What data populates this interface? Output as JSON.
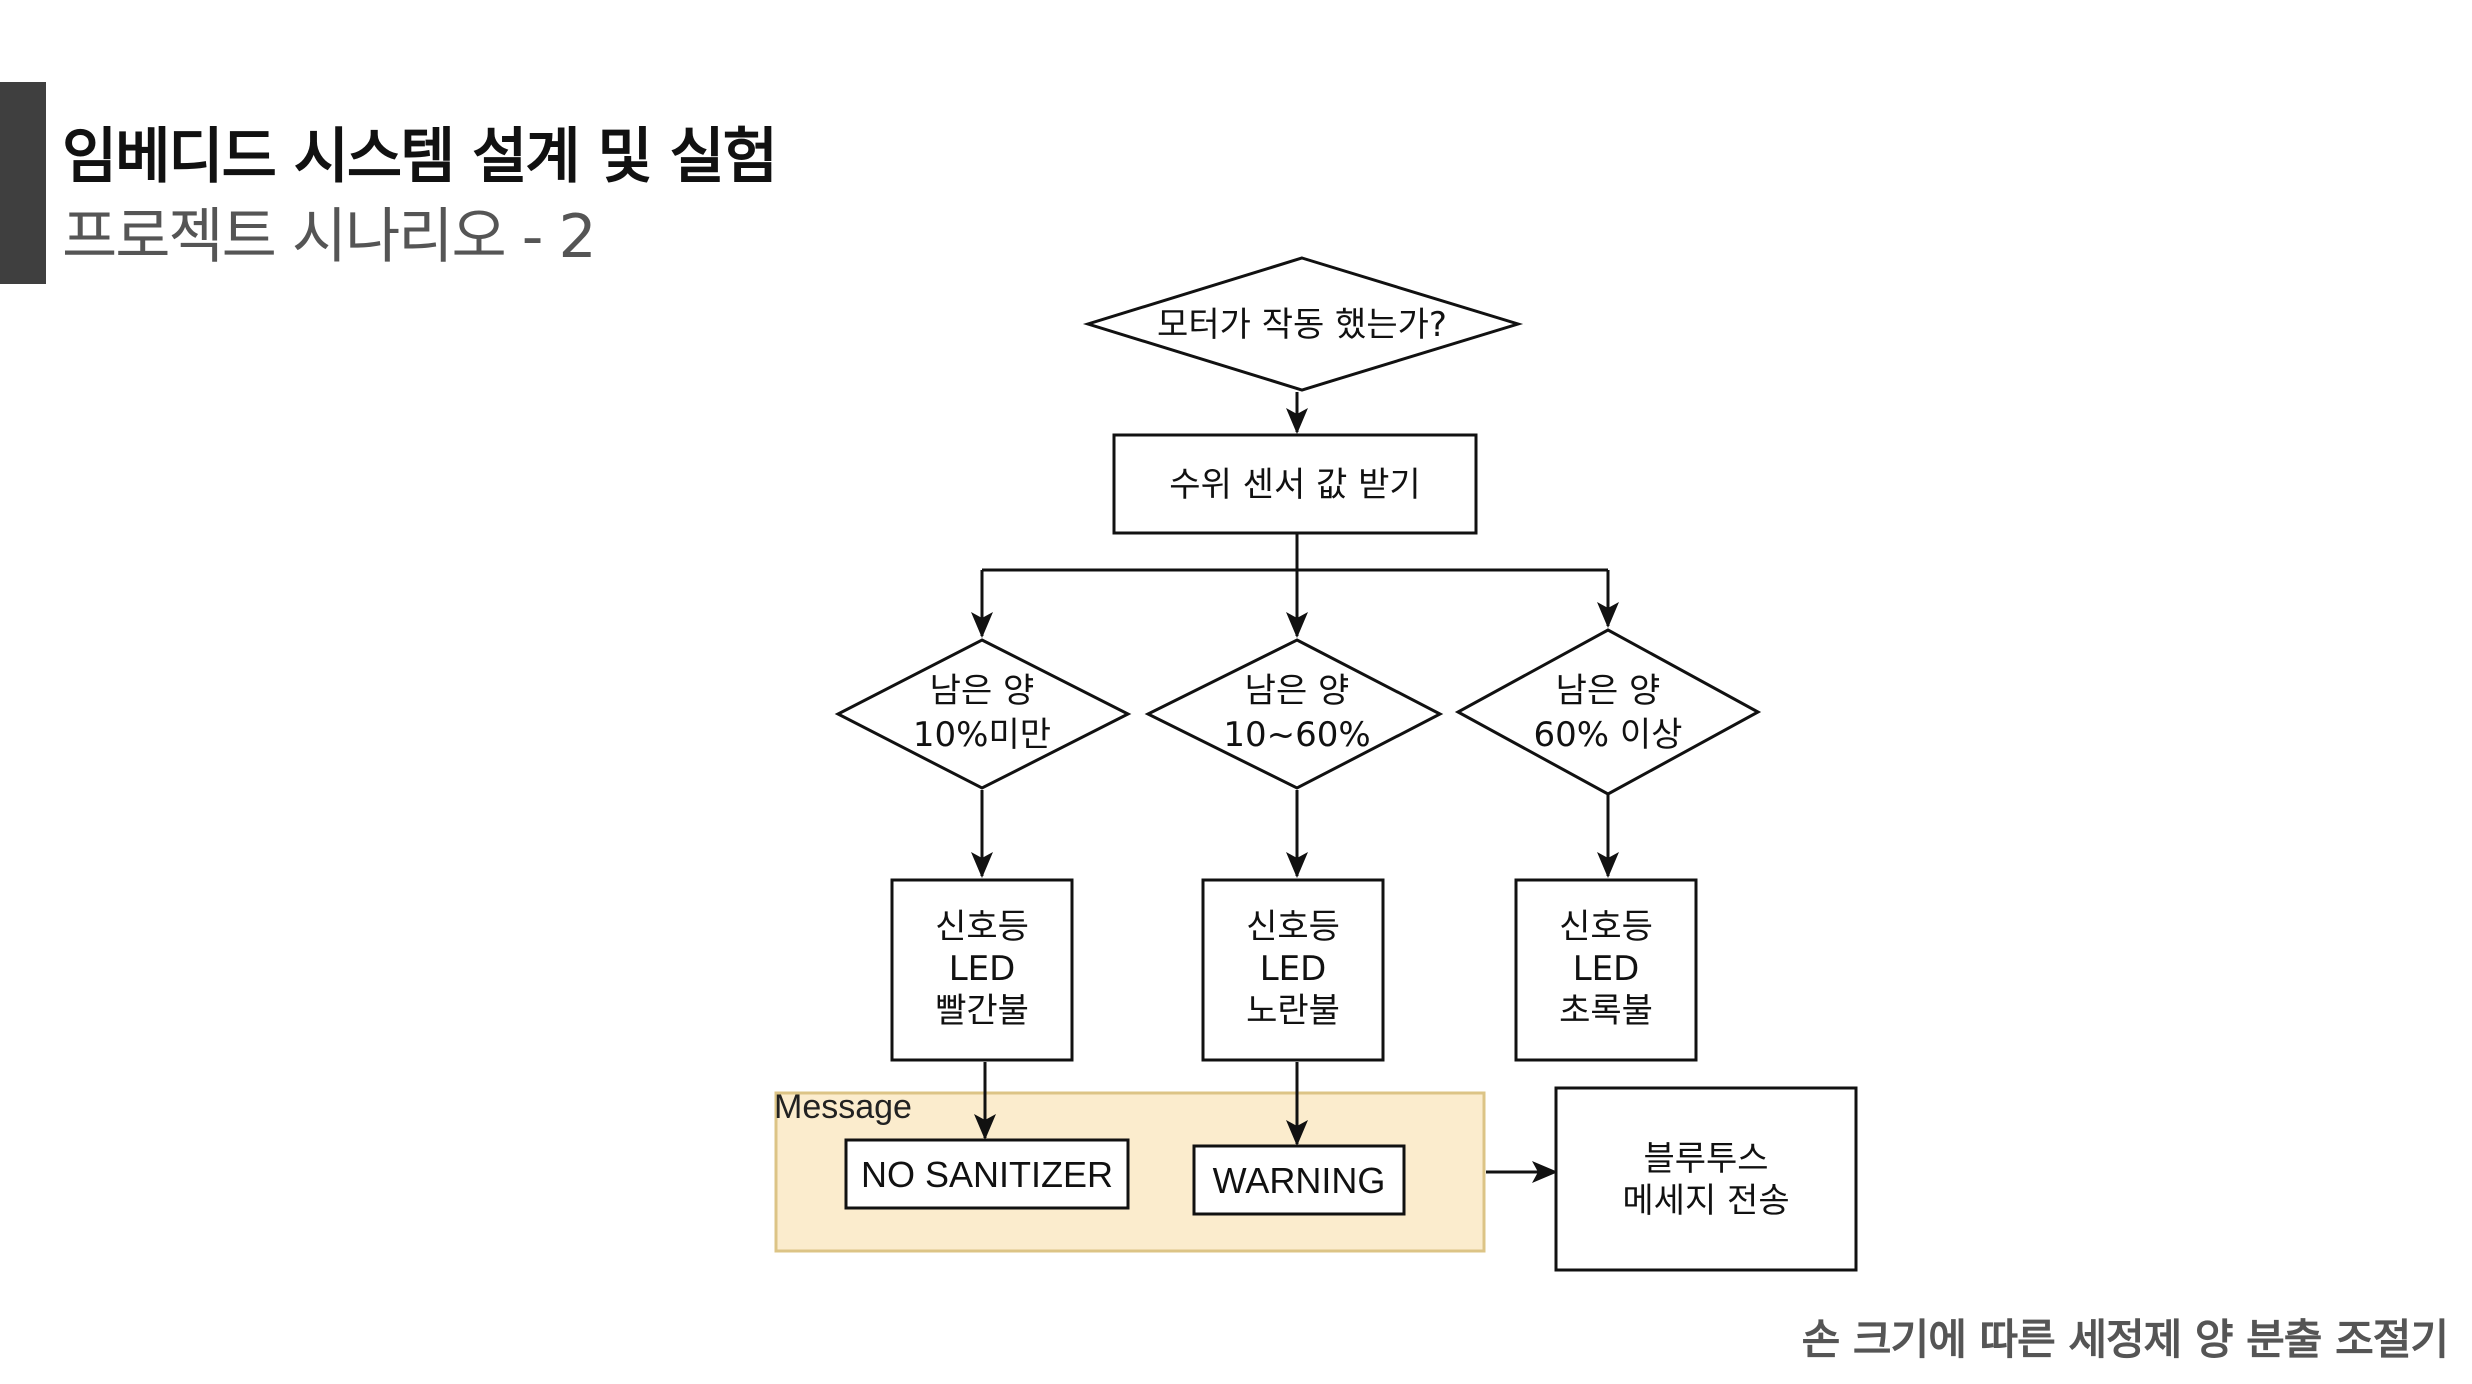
{
  "header": {
    "title": "임베디드 시스템 설계 및 실험",
    "subtitle": "프로젝트 시나리오 - 2"
  },
  "footer": {
    "caption": "손 크기에 따른 세정제 양 분출 조절기"
  },
  "diagram": {
    "motor_check": "모터가 작동 했는가?",
    "read_sensor": "수위 센서 값 받기",
    "cond_low": [
      "남은 양",
      "10%미만"
    ],
    "cond_mid": [
      "남은 양",
      "10~60%"
    ],
    "cond_high": [
      "남은 양",
      "60% 이상"
    ],
    "led_red": [
      "신호등",
      "LED",
      "빨간불"
    ],
    "led_yellow": [
      "신호등",
      "LED",
      "노란불"
    ],
    "led_green": [
      "신호등",
      "LED",
      "초록불"
    ],
    "message_group_label": "Message",
    "msg_no_sanitizer": "NO SANITIZER",
    "msg_warning": "WARNING",
    "bluetooth_send": [
      "블루투스",
      "메세지 전송"
    ]
  },
  "colors": {
    "message_fill": "#fbeccd",
    "message_border": "#dcc486",
    "side_bar": "#3f3f3f"
  }
}
